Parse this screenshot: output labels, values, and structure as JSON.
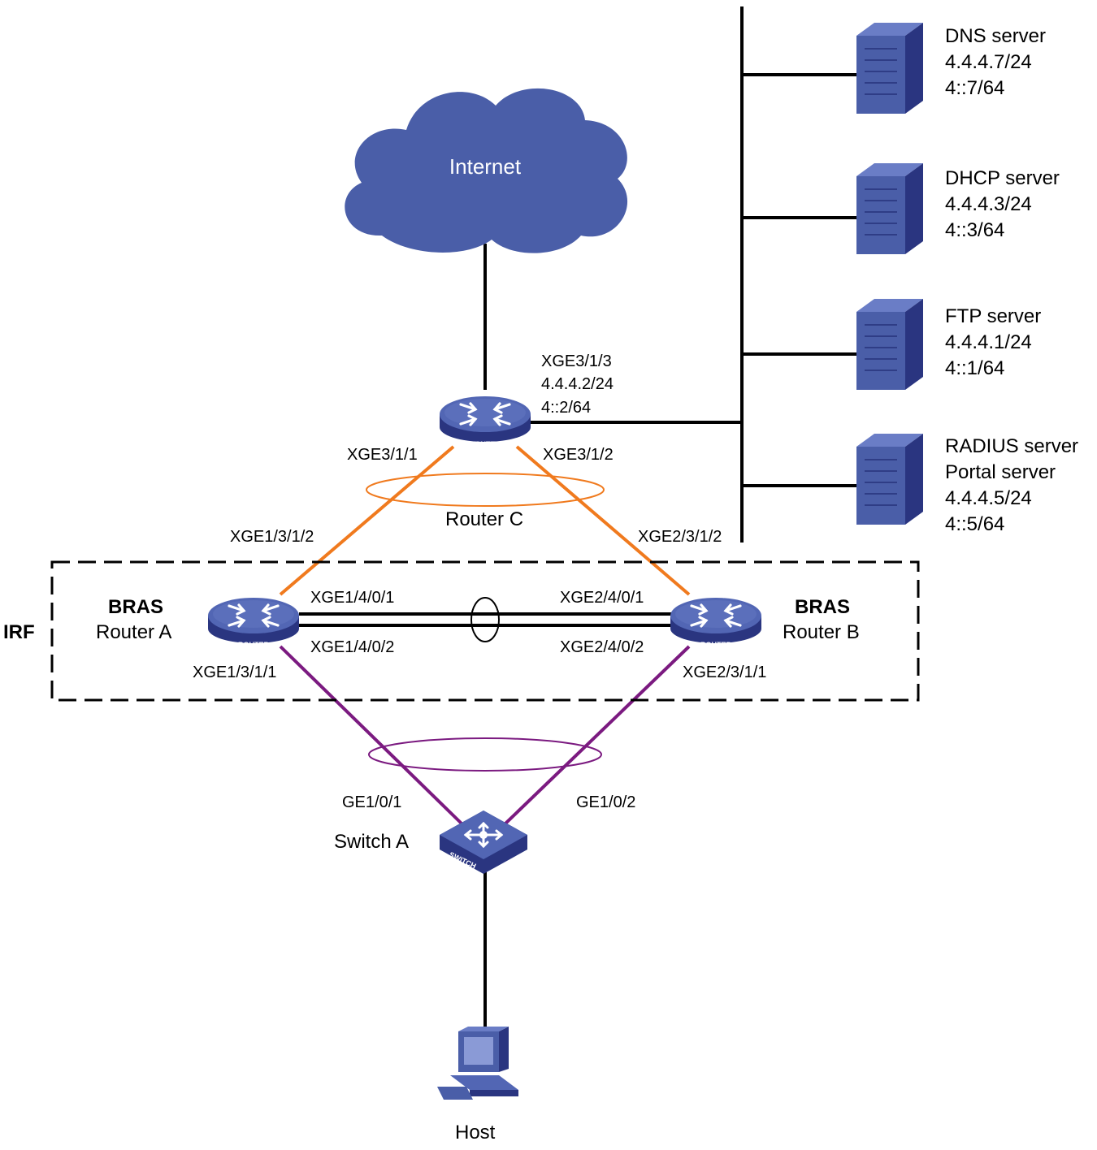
{
  "colors": {
    "device_blue": "#4a5ea8",
    "device_dark": "#2a3580",
    "uplink_orange": "#f07a1e",
    "downlink_purple": "#7b1a80",
    "line_black": "#000000"
  },
  "cloud": {
    "label": "Internet"
  },
  "router_c": {
    "name": "Router C",
    "tag": "ROUTER",
    "uplink_port": "XGE3/1/3",
    "uplink_ipv4": "4.4.4.2/24",
    "uplink_ipv6": "4::2/64",
    "port_left": "XGE3/1/1",
    "port_right": "XGE3/1/2"
  },
  "irf": {
    "label": "IRF"
  },
  "router_a": {
    "role": "BRAS",
    "name": "Router A",
    "tag": "ROUTER",
    "port_up": "XGE1/3/1/2",
    "port_down": "XGE1/3/1/1",
    "irf_port_1": "XGE1/4/0/1",
    "irf_port_2": "XGE1/4/0/2"
  },
  "router_b": {
    "role": "BRAS",
    "name": "Router B",
    "tag": "ROUTER",
    "port_up": "XGE2/3/1/2",
    "port_down": "XGE2/3/1/1",
    "irf_port_1": "XGE2/4/0/1",
    "irf_port_2": "XGE2/4/0/2"
  },
  "switch_a": {
    "name": "Switch A",
    "tag": "SWITCH",
    "port_left": "GE1/0/1",
    "port_right": "GE1/0/2"
  },
  "host": {
    "label": "Host"
  },
  "servers": [
    {
      "lines": [
        "DNS server",
        "4.4.4.7/24",
        "4::7/64"
      ]
    },
    {
      "lines": [
        "DHCP server",
        "4.4.4.3/24",
        "4::3/64"
      ]
    },
    {
      "lines": [
        "FTP server",
        "4.4.4.1/24",
        "4::1/64"
      ]
    },
    {
      "lines": [
        "RADIUS server",
        "Portal server",
        "4.4.4.5/24",
        "4::5/64"
      ]
    }
  ]
}
